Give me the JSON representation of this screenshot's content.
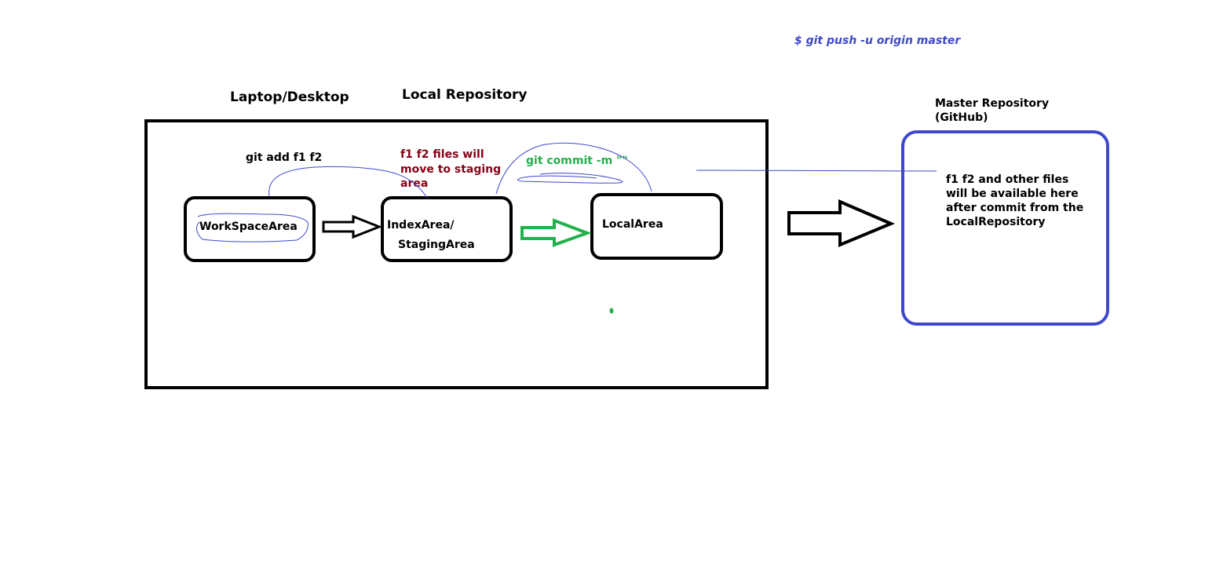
{
  "command": "$ git push -u origin master",
  "local_machine": {
    "label": "Laptop/Desktop",
    "repository_label": "Local Repository"
  },
  "steps": {
    "add_command": "git add f1 f2",
    "staging_note_lines": [
      "f1 f2 files will",
      "move to staging",
      "area"
    ],
    "commit_command": "git commit -m \"\""
  },
  "areas": {
    "workspace": "WorkSpaceArea",
    "index_line1": "IndexArea/",
    "index_line2": "StagingArea",
    "local": "LocalArea"
  },
  "master_repo": {
    "title_line1": "Master Repository",
    "title_line2": "(GitHub)",
    "note_lines": [
      "f1 f2 and other files",
      "will be available here",
      "after commit from the",
      "LocalRepository"
    ]
  },
  "colors": {
    "stroke": "#000000",
    "blue": "#3f48cc",
    "green": "#22b14c",
    "dark_red": "#880015"
  }
}
